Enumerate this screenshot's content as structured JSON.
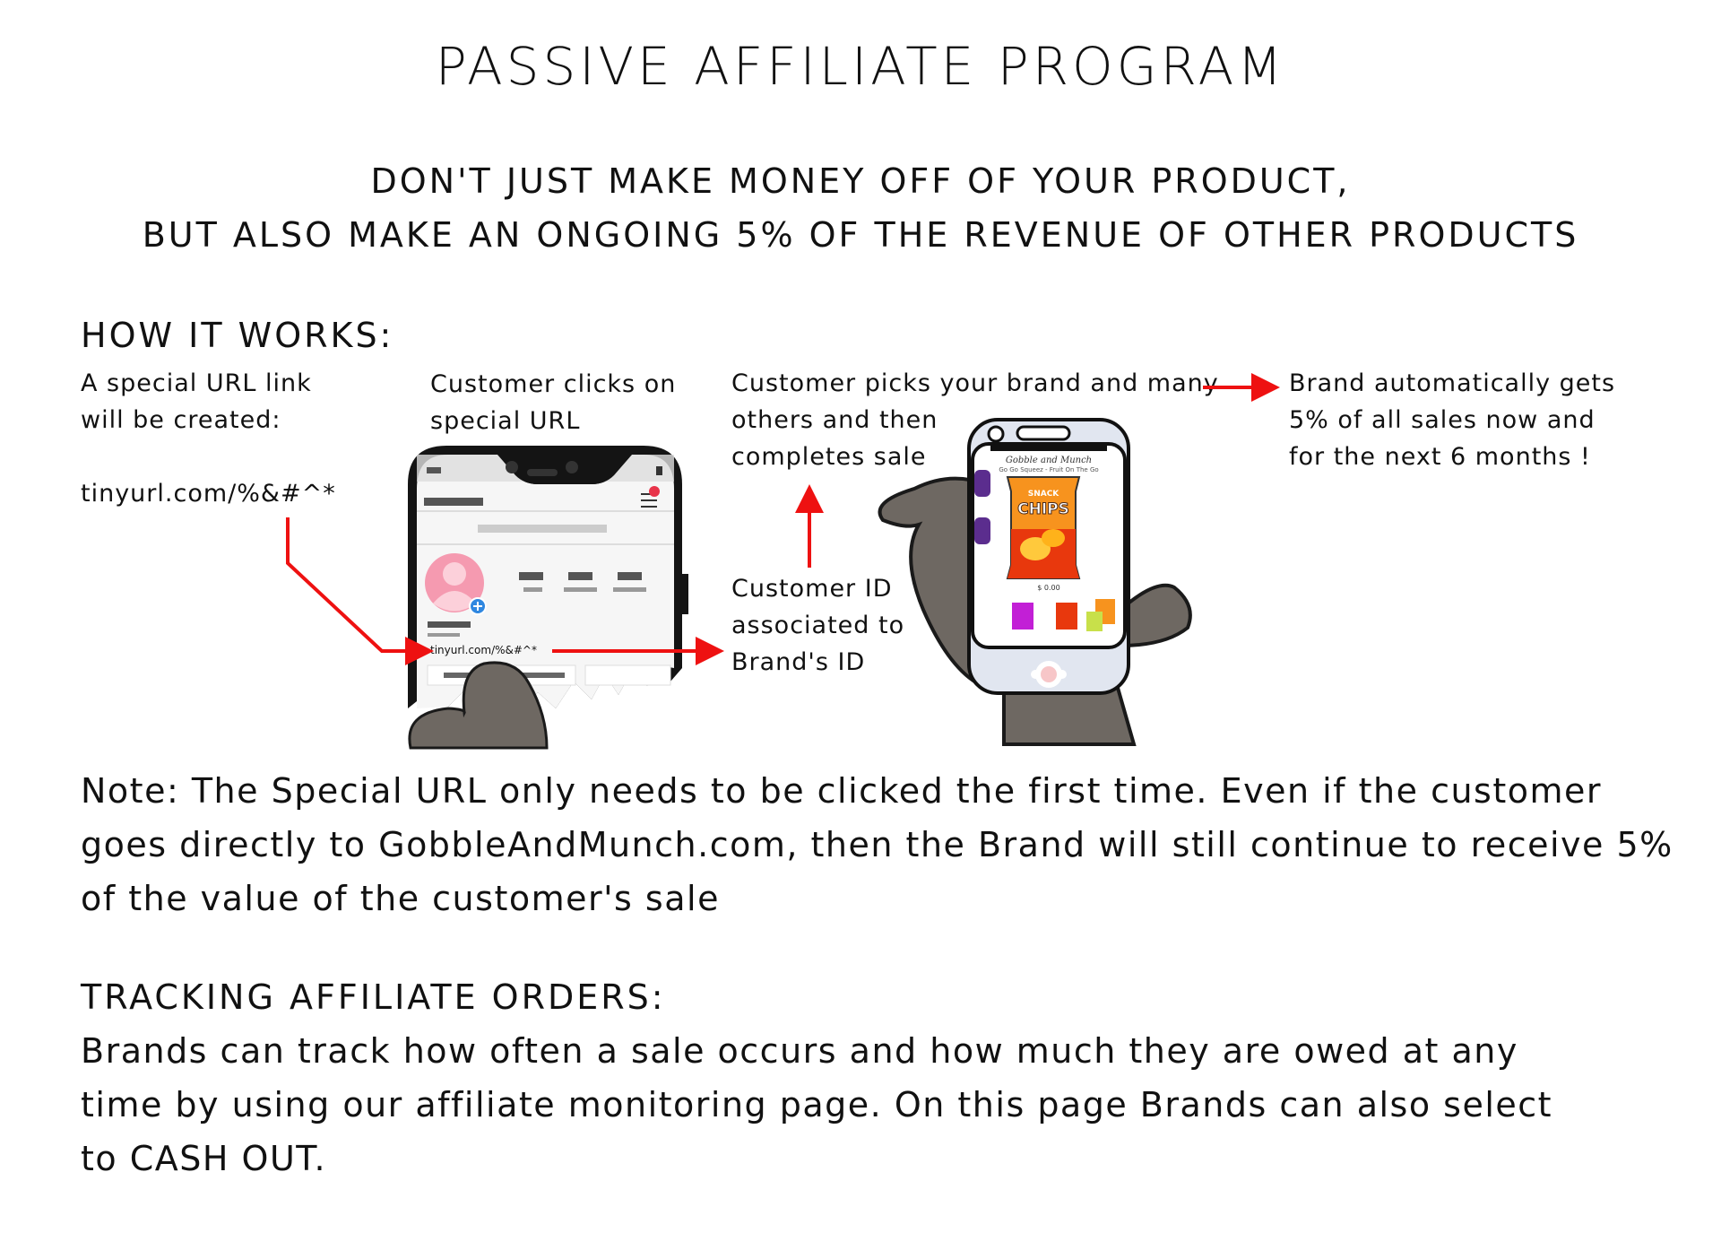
{
  "title": "PASSIVE AFFILIATE PROGRAM",
  "subtitle": [
    "DON'T JUST MAKE MONEY OFF OF YOUR PRODUCT,",
    "BUT ALSO MAKE AN ONGOING 5% OF THE REVENUE OF OTHER PRODUCTS"
  ],
  "how_it_works": {
    "heading": "HOW IT WORKS:",
    "step1": [
      "A special URL link",
      "will be created:"
    ],
    "url": "tinyurl.com/%&#^*",
    "step2": [
      "Customer clicks on",
      "special URL"
    ],
    "step3": [
      "Customer picks your brand and many",
      "others and then",
      "completes sale"
    ],
    "step4": [
      "Customer ID",
      "associated to",
      "Brand's ID"
    ],
    "step5": [
      "Brand automatically gets",
      "5% of all sales now and",
      "for the next 6 months !"
    ],
    "phone1_url": "tinyurl.com/%&#^*",
    "phone2": {
      "brand": "Gobble and Munch",
      "subtitle": "Go Go Squeez - Fruit On The Go",
      "product": "SNACK CHIPS",
      "price": "$ 0.00"
    }
  },
  "note": [
    "Note: The Special URL only needs to be clicked the first time.  Even if the customer",
    "goes directly to GobbleAndMunch.com, then the Brand will still continue to receive 5%",
    "of the value of the customer's sale"
  ],
  "tracking": {
    "heading": "TRACKING AFFILIATE ORDERS:",
    "lines": [
      "Brands can track how often a sale occurs and how much they are owed at any",
      "time by using our affiliate monitoring page.  On this page Brands can also select",
      "to CASH OUT."
    ]
  },
  "colors": {
    "arrow": "#ee1111",
    "hand": "#6e6862",
    "phone2_body": "#e1e6f0",
    "bag_orange": "#f7931e",
    "bag_red": "#e8380d",
    "accent_purple": "#5b2d8e"
  }
}
